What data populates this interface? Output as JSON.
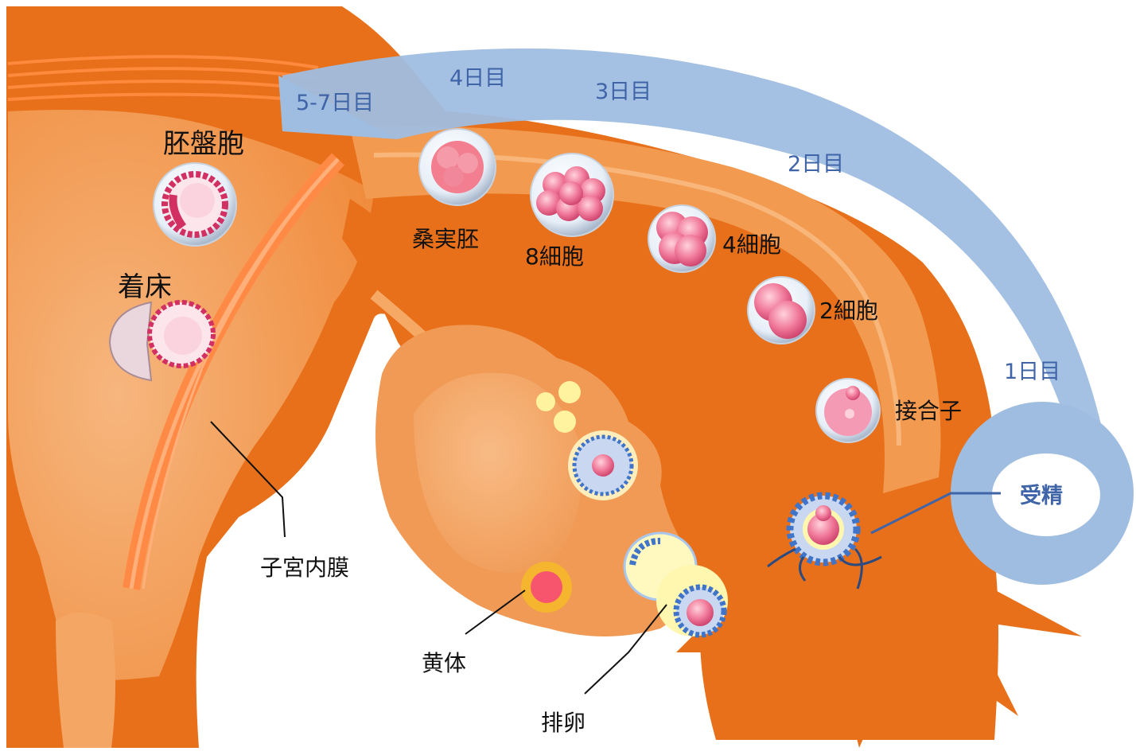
{
  "labels": {
    "blastocyst": "胚盤胞",
    "implantation": "着床",
    "endometrium": "子宮内膜",
    "morula": "桑実胚",
    "eight_cell": "8細胞",
    "four_cell": "4細胞",
    "two_cell": "2細胞",
    "zygote": "接合子",
    "fertilization": "受精",
    "corpus_luteum": "黄体",
    "ovulation": "排卵"
  },
  "days": {
    "day1": "1日目",
    "day2": "2日目",
    "day3": "3日目",
    "day4": "4日目",
    "day5_7": "5-7日目"
  },
  "colors": {
    "tissue": "#e8701a",
    "tissue_light": "#f5a060",
    "arrow": "#9fbde0",
    "day_text": "#3f64a8",
    "cell_pink": "#e8577f",
    "cell_blue": "#6a9ad6"
  }
}
